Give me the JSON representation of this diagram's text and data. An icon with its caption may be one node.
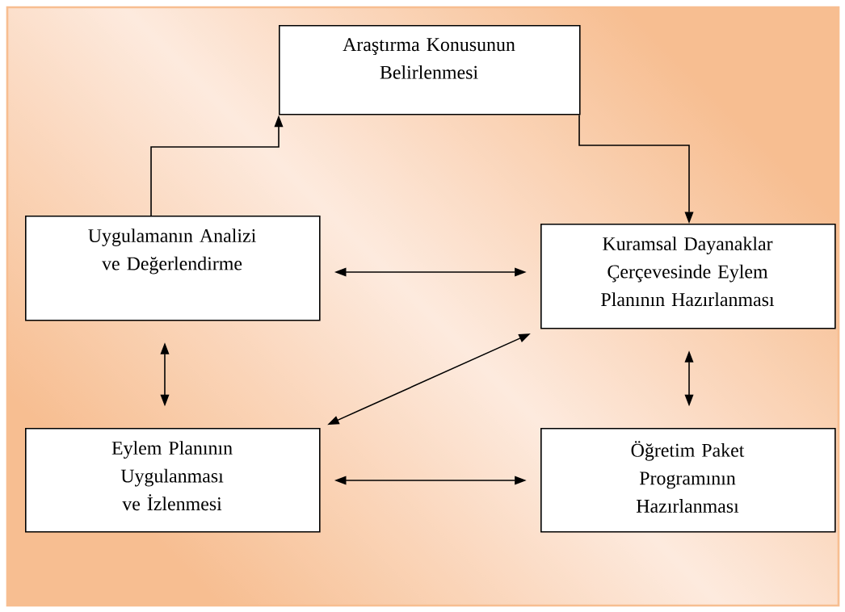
{
  "diagram": {
    "nodes": [
      {
        "text": [
          "Araştırma Konusunun Belirlenmesi"
        ]
      },
      {
        "text": [
          "Uygulamanın Analizi ve Değerlendirme"
        ]
      },
      {
        "text": [
          "Kuramsal Dayanaklar Çerçevesinde Eylem Planının Hazırlanması"
        ]
      },
      {
        "text": [
          "Eylem Planının Uygulanması ve İzlenmesi"
        ]
      },
      {
        "text": [
          "Öğretim Paket Programının Hazırlanması"
        ]
      }
    ],
    "edges": [
      {
        "from": 1,
        "to": 0,
        "arrow": "to"
      },
      {
        "from": 0,
        "to": 2,
        "arrow": "to"
      },
      {
        "from": 1,
        "to": 2,
        "arrow": "both"
      },
      {
        "from": 1,
        "to": 3,
        "arrow": "both"
      },
      {
        "from": 3,
        "to": 2,
        "arrow": "both"
      },
      {
        "from": 3,
        "to": 4,
        "arrow": "both"
      },
      {
        "from": 2,
        "to": 4,
        "arrow": "both"
      }
    ]
  }
}
